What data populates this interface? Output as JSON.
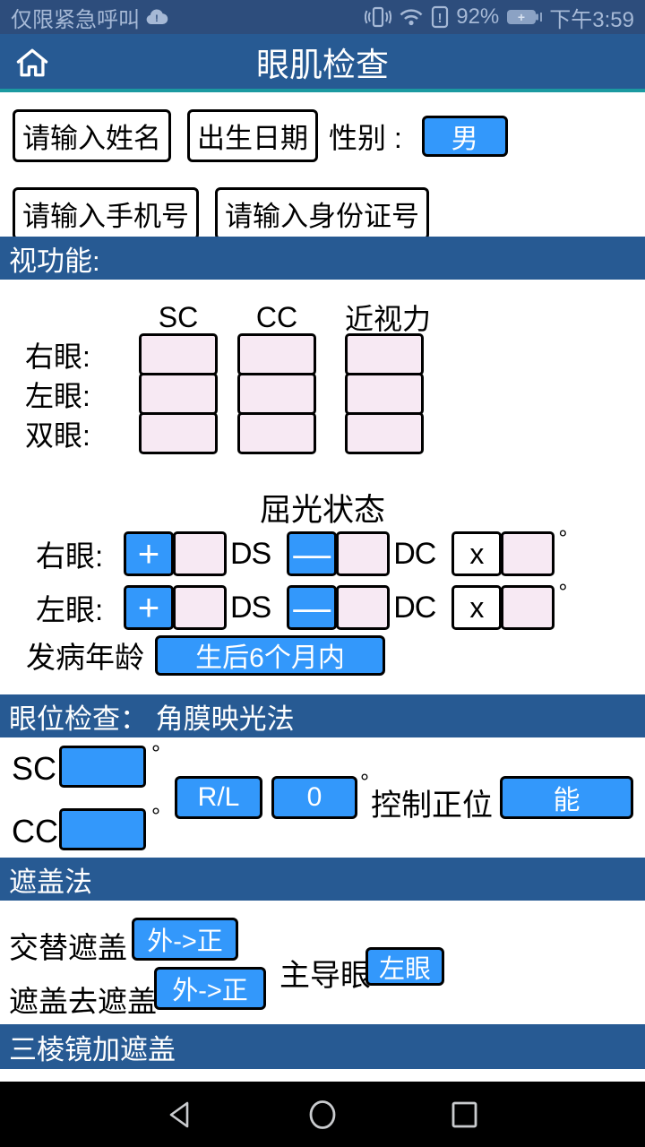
{
  "status_bar": {
    "carrier": "仅限紧急呼叫",
    "battery_percent": "92%",
    "time": "下午3:59"
  },
  "header": {
    "title": "眼肌检查"
  },
  "patient": {
    "name_placeholder": "请输入姓名",
    "birth_label": "出生日期",
    "gender_label": "性别 :",
    "gender_value": "男",
    "phone_placeholder": "请输入手机号",
    "id_placeholder": "请输入身份证号"
  },
  "vision": {
    "title": "视功能:",
    "columns": [
      "SC",
      "CC",
      "近视力"
    ],
    "rows": [
      "右眼:",
      "左眼:",
      "双眼:"
    ]
  },
  "refraction": {
    "title": "屈光状态",
    "rows": [
      "右眼:",
      "左眼:"
    ],
    "plus": "+",
    "minus": "—",
    "ds": "DS",
    "dc": "DC",
    "x": "x",
    "degree": "°",
    "onset_label": "发病年龄",
    "onset_value": "生后6个月内"
  },
  "eye_position": {
    "title": "眼位检查： 角膜映光法",
    "sc_label": "SC",
    "cc_label": "CC",
    "rl_label": "R/L",
    "deviation_value": "0",
    "degree": "°",
    "control_label": "控制正位",
    "control_value": "能"
  },
  "cover": {
    "title": "遮盖法",
    "alternate_label": "交替遮盖",
    "alternate_value": "外->正",
    "uncover_label": "遮盖去遮盖",
    "uncover_value": "外->正",
    "dominant_label": "主导眼",
    "dominant_value": "左眼"
  },
  "prism": {
    "title": "三棱镜加遮盖"
  },
  "colors": {
    "status_bar_bg": "#2d4d7c",
    "header_bg": "#275a93",
    "header_underline": "#1b9aa1",
    "accent_blue": "#3398fb",
    "pink_input_bg": "#f7e9f3",
    "nav_bar_bg": "#000000",
    "status_text": "#a6b9d6"
  }
}
